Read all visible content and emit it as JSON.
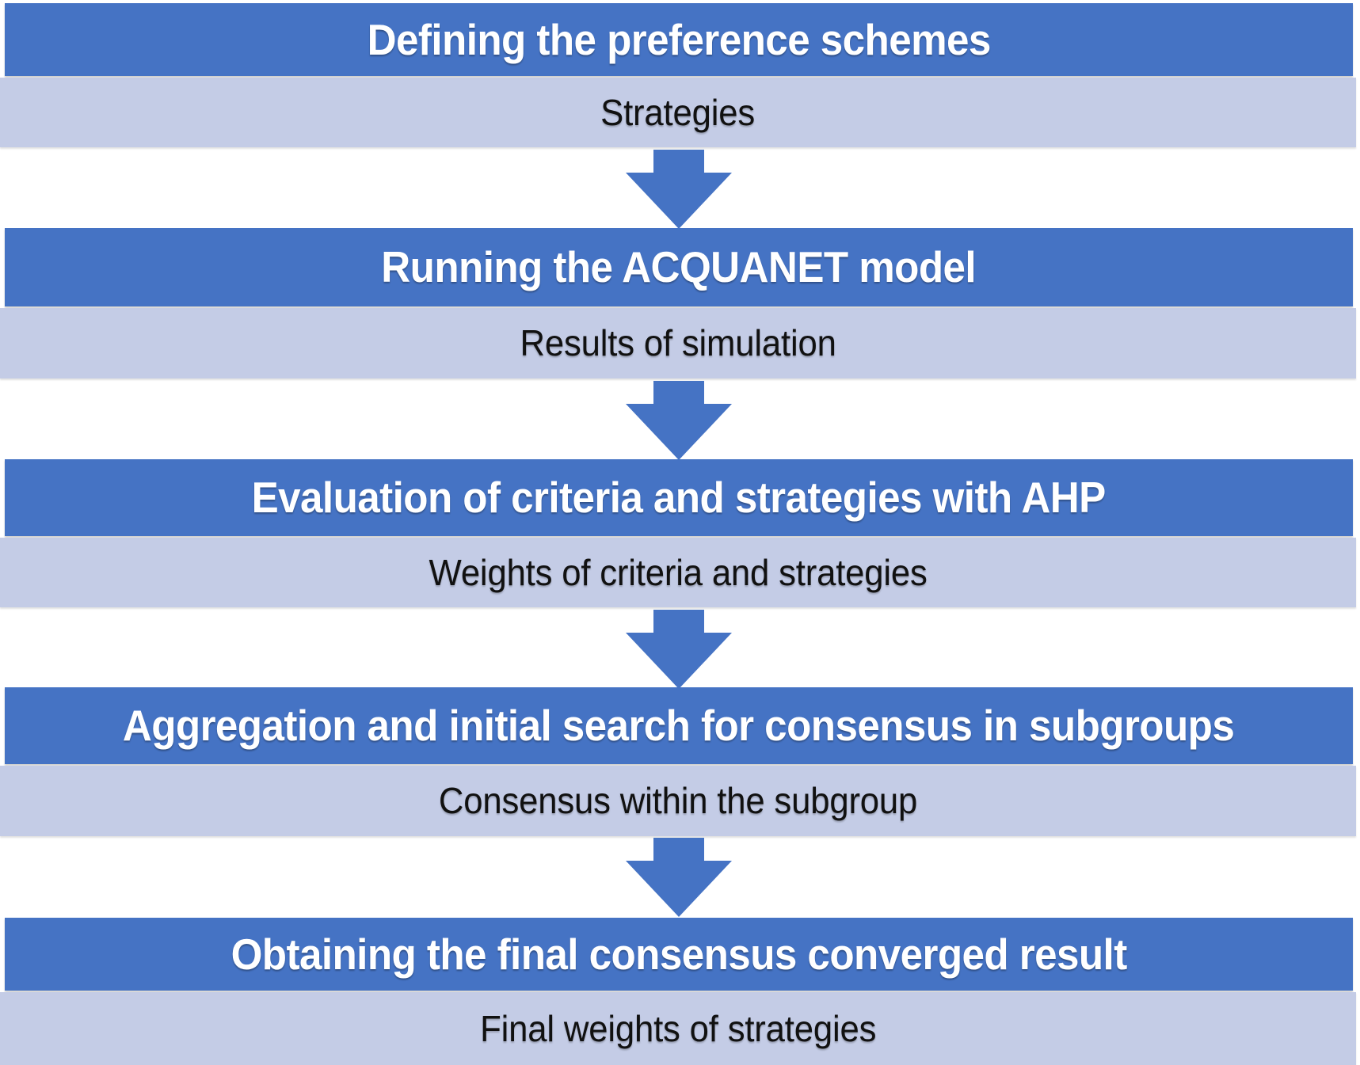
{
  "diagram": {
    "title": "Methodology flowchart",
    "colors": {
      "header_fill": "#4573C4",
      "subtitle_fill": "#C4CCE6",
      "header_text": "#FFFFFF",
      "subtitle_text": "#111111",
      "arrow_fill": "#4573C4",
      "background": "#FFFFFF"
    },
    "steps": [
      {
        "id": "step-1",
        "title": "Defining the preference schemes",
        "output": "Strategies"
      },
      {
        "id": "step-2",
        "title": "Running the ACQUANET model",
        "output": "Results of simulation"
      },
      {
        "id": "step-3",
        "title": "Evaluation of criteria and strategies with AHP",
        "output": "Weights of criteria and strategies"
      },
      {
        "id": "step-4",
        "title": "Aggregation and initial search for consensus in subgroups",
        "output": "Consensus within the subgroup"
      },
      {
        "id": "step-5",
        "title": "Obtaining the final consensus converged result",
        "output": "Final weights of strategies"
      }
    ],
    "connectors": [
      {
        "id": "arrow-1-2",
        "from": "step-1",
        "to": "step-2",
        "direction": "down"
      },
      {
        "id": "arrow-2-3",
        "from": "step-2",
        "to": "step-3",
        "direction": "down"
      },
      {
        "id": "arrow-3-4",
        "from": "step-3",
        "to": "step-4",
        "direction": "down"
      },
      {
        "id": "arrow-4-5",
        "from": "step-4",
        "to": "step-5",
        "direction": "down"
      }
    ]
  }
}
